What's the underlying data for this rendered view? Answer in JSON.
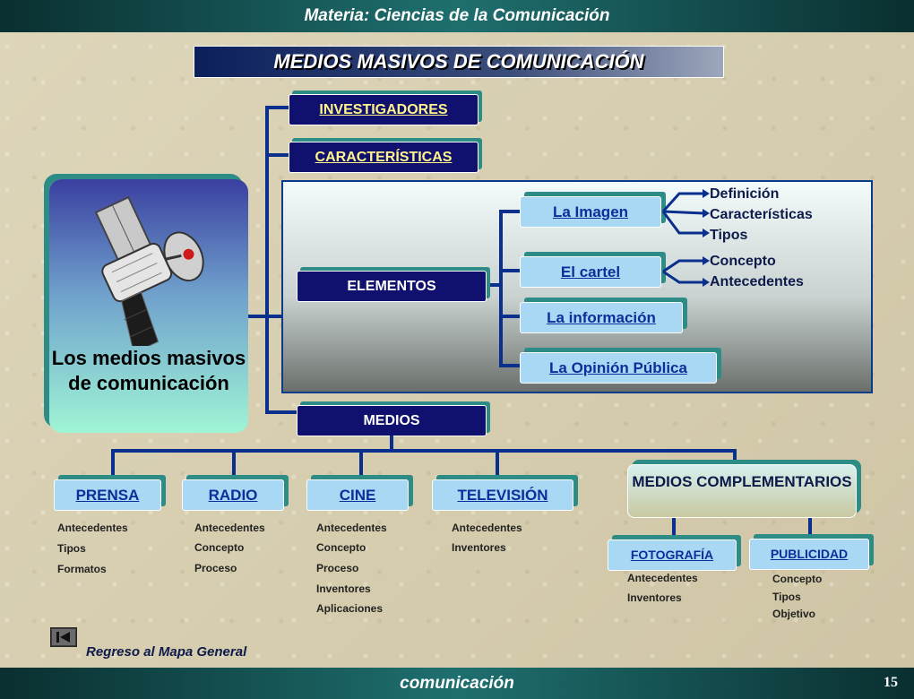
{
  "header": {
    "subject": "Materia: Ciencias de la Comunicación"
  },
  "title": "MEDIOS MASIVOS DE COMUNICACIÓN",
  "hub": {
    "label": "Los medios masivos de comunicación"
  },
  "branches": {
    "investigadores": "INVESTIGADORES",
    "caracteristicas": "CARACTERÍSTICAS",
    "elementos": "ELEMENTOS",
    "medios": "MEDIOS"
  },
  "elementos": {
    "imagen": "La Imagen",
    "imagen_items": [
      "Definición",
      "Características",
      "Tipos"
    ],
    "cartel": "El cartel",
    "cartel_items": [
      "Concepto",
      "Antecedentes"
    ],
    "informacion": "La información",
    "opinion": "La Opinión Pública"
  },
  "medios": {
    "prensa": {
      "label": "PRENSA",
      "items": [
        "Antecedentes",
        "Tipos",
        "Formatos"
      ]
    },
    "radio": {
      "label": "RADIO",
      "items": [
        "Antecedentes",
        "Concepto",
        "Proceso"
      ]
    },
    "cine": {
      "label": "CINE",
      "items": [
        "Antecedentes",
        "Concepto",
        "Proceso",
        "Inventores",
        "Aplicaciones"
      ]
    },
    "television": {
      "label": "TELEVISIÓN",
      "items": [
        "Antecedentes",
        "Inventores"
      ]
    },
    "complementarios": {
      "label": "MEDIOS COMPLEMENTARIOS"
    },
    "fotografia": {
      "label": "FOTOGRAFÍA",
      "items": [
        "Antecedentes",
        "Inventores"
      ]
    },
    "publicidad": {
      "label": "PUBLICIDAD",
      "items": [
        "Concepto",
        "Tipos",
        "Objetivo"
      ]
    }
  },
  "footer": {
    "back_link": "Regreso al Mapa General",
    "word": "comunicación",
    "page_number": "15"
  },
  "icons": {
    "back": "skip-back-icon",
    "hub_image": "satellite-icon"
  }
}
